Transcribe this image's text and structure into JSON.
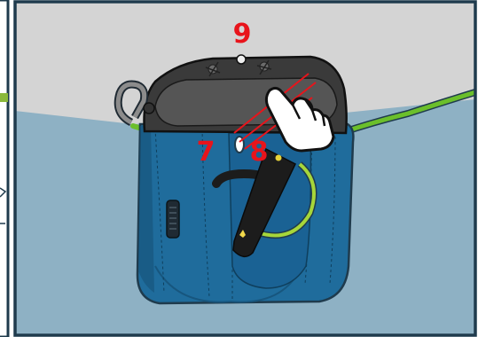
{
  "illustration": {
    "step_numbers": [
      "7",
      "8",
      "9"
    ],
    "colors": {
      "background_sky": "#d4d4d4",
      "ground_blue": "#8eb1c4",
      "bag_blue": "#1f6c9c",
      "bag_dark": "#17567e",
      "handle_dark": "#3a3a3a",
      "strap_black": "#1c1c1c",
      "bungee_green": "#6bbf2b",
      "callout_red": "#e8141b",
      "frame_navy": "#1f3b4d"
    },
    "icons": [
      "pointing-hand-icon",
      "carabiner-icon",
      "release-handle-icon",
      "zipper-icon",
      "bungee-cord-icon"
    ]
  }
}
